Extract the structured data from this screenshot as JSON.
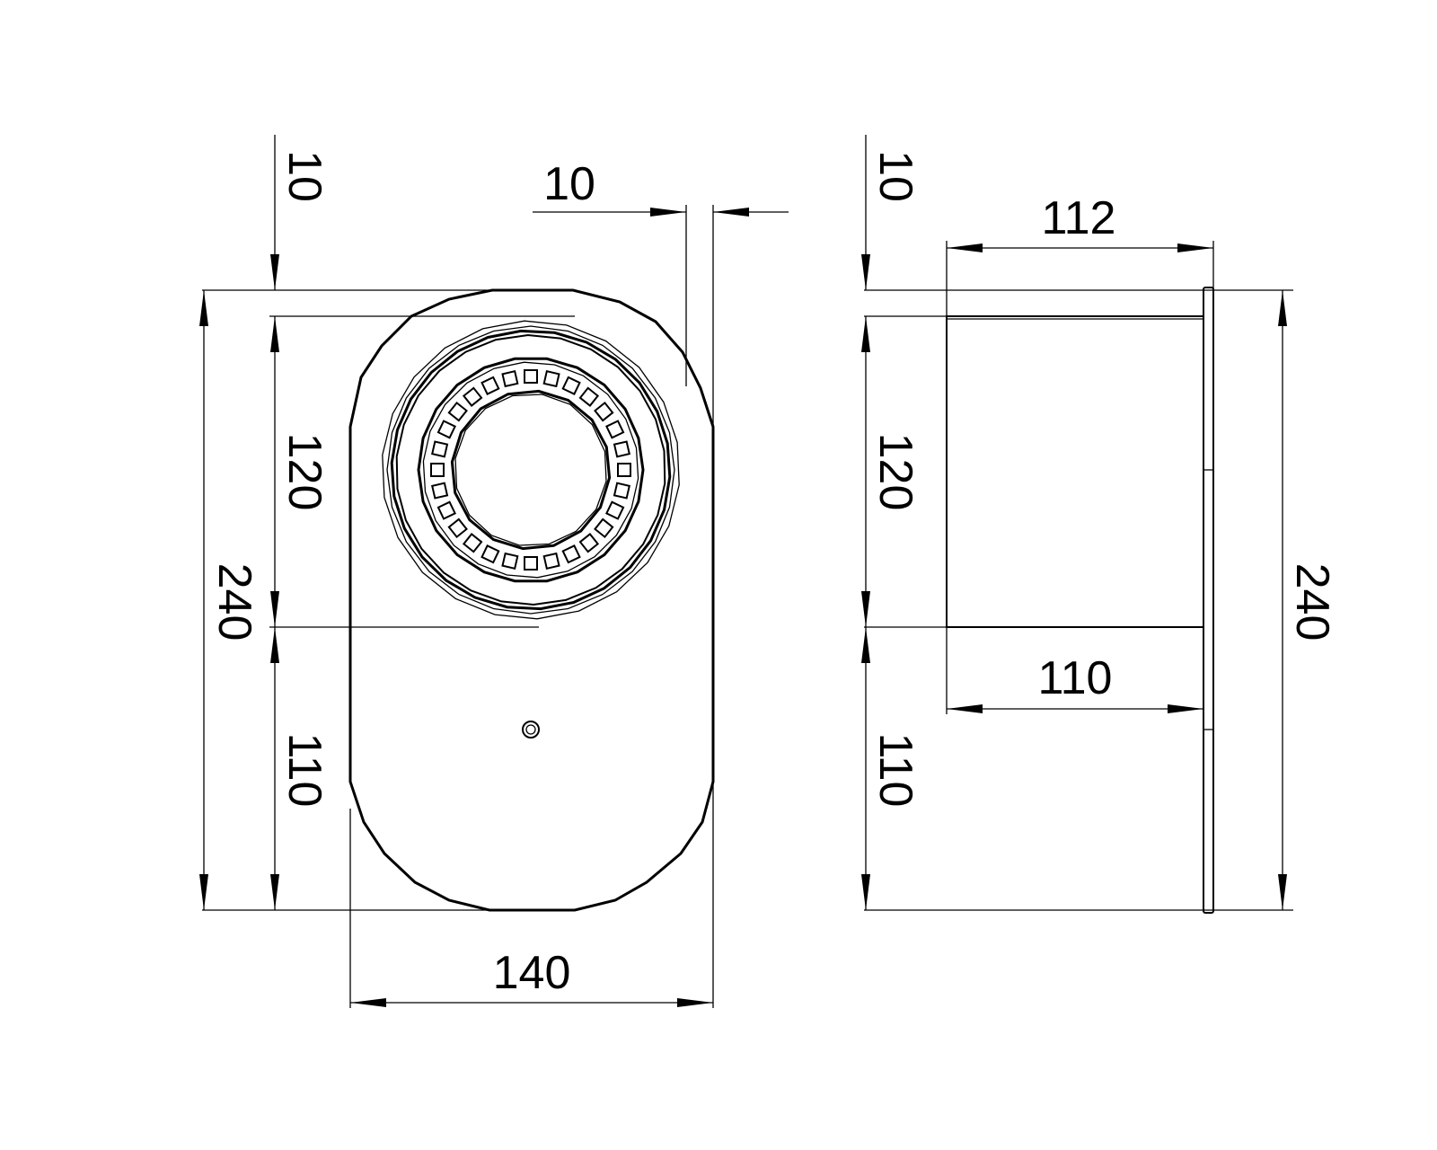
{
  "drawing": {
    "front_view": {
      "dims": {
        "top_offset": "10",
        "flange_thickness": "10",
        "upper_height": "120",
        "lower_height": "110",
        "total_height": "240",
        "width": "140"
      },
      "grate_slot_count": 28
    },
    "side_view": {
      "dims": {
        "top_offset": "10",
        "overall_depth": "112",
        "body_depth": "110",
        "upper_height": "120",
        "lower_height": "110",
        "total_height": "240"
      }
    },
    "line_color": "#000000"
  }
}
